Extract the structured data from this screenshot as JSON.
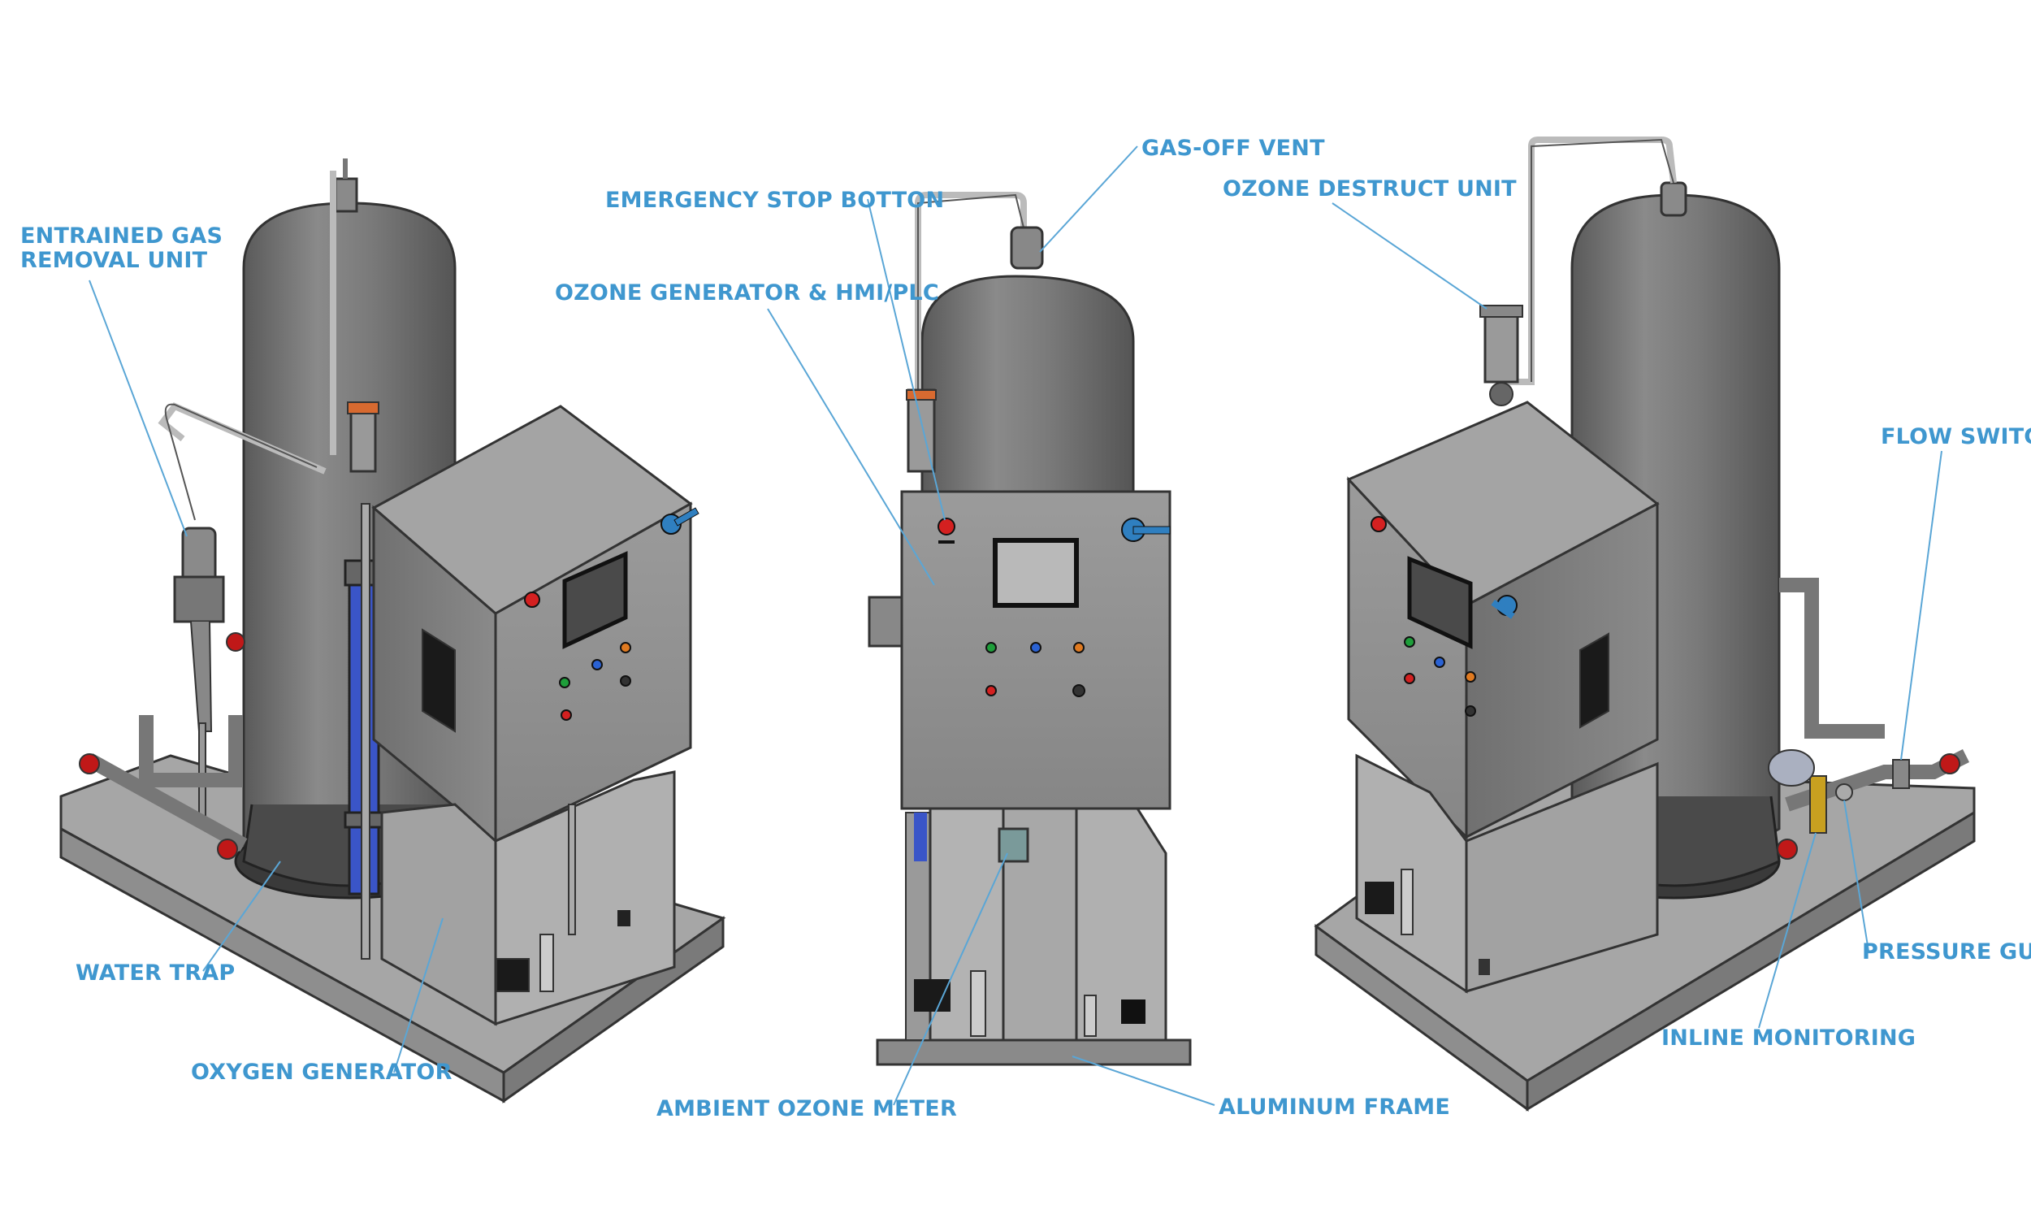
{
  "labels": {
    "entrained_gas_line1": "ENTRAINED GAS",
    "entrained_gas_line2": "REMOVAL UNIT",
    "water_trap": "WATER TRAP",
    "oxygen_generator": "OXYGEN GENERATOR",
    "emergency_stop": "EMERGENCY STOP BOTTON",
    "ozone_generator_hmi": "OZONE GENERATOR & HMI/PLC",
    "gas_off_vent": "GAS-OFF VENT",
    "ambient_ozone_meter": "AMBIENT OZONE METER",
    "aluminum_frame": "ALUMINUM FRAME",
    "ozone_destruct": "OZONE DESTRUCT UNIT",
    "flow_switch": "FLOW SWITCH",
    "pressure_guage": "PRESSURE GUAGE",
    "inline_monitoring": "INLINE MONITORING"
  },
  "colors": {
    "label_text": "#3f97cf",
    "leader_line": "#5aa6d6",
    "steel_dark": "#6e6e6e",
    "steel_mid": "#8c8c8c",
    "steel_light": "#b9b9b9",
    "base_plate": "#a3a3a3",
    "status_red": "#d42020",
    "status_green": "#1e9e3a",
    "status_blue": "#2a62d4",
    "status_orange": "#e07a20",
    "handle_blue": "#2f7fc0",
    "valve_red": "#c01818",
    "tube_blue": "#3a55c8"
  }
}
